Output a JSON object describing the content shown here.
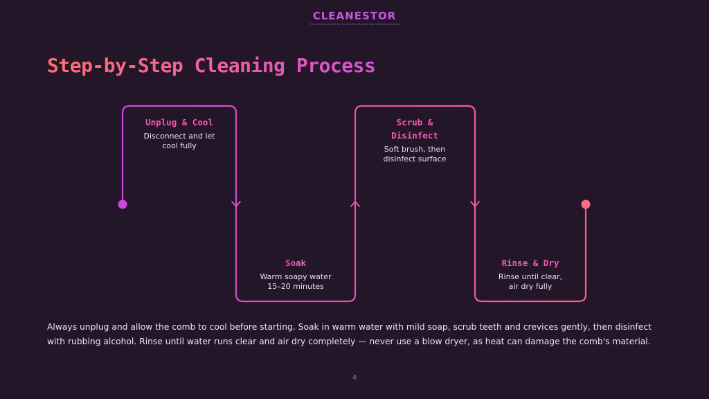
{
  "logo": {
    "wordmark": "CLEANESTOR",
    "tagline": "The cleaning choice for all and the ultimate hair cleaning solutions"
  },
  "title": "Step-by-Step Cleaning Process",
  "steps": [
    {
      "title": "Unplug & Cool",
      "description": "Disconnect and let\ncool fully",
      "color": "#f05ab4"
    },
    {
      "title": "Soak",
      "description": "Warm soapy water\n15–20 minutes",
      "color": "#f05ab4"
    },
    {
      "title": "Scrub &\nDisinfect",
      "description": "Soft brush, then\ndisinfect surface",
      "color": "#f05ab4"
    },
    {
      "title": "Rinse & Dry",
      "description": "Rinse until clear,\nair dry fully",
      "color": "#f05ab4"
    }
  ],
  "body_text": "Always unplug and allow the comb to cool before starting. Soak in warm water with mild soap, scrub teeth and crevices gently, then disinfect with rubbing alcohol. Rinse until water runs clear and air dry completely — never use a blow dryer, as heat can damage the comb's material.",
  "page_number": "4",
  "colors": {
    "background": "#231629",
    "gradient_start": "#cc48dd",
    "gradient_end": "#ff5f86",
    "accent": "#f05ab4"
  }
}
